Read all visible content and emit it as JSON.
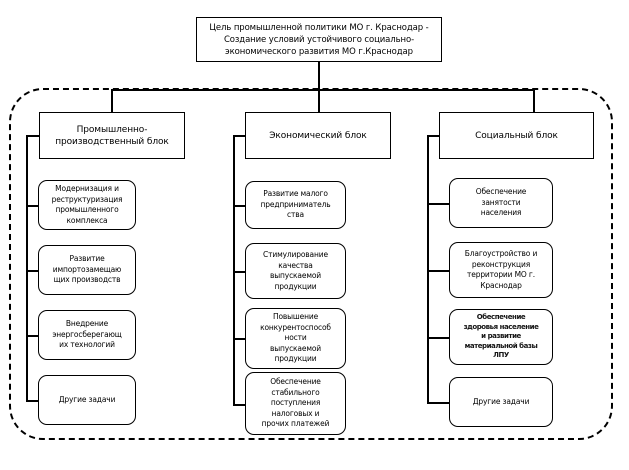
{
  "diagram": {
    "goal": {
      "text": "Цель промышленной политики МО г. Краснодар -\nСоздание условий устойчивого социально-\nэкономического развития МО г.Краснодар"
    },
    "columns": [
      {
        "header": "Промышленно-\nпроизводственный блок",
        "tasks": [
          "Модернизация и\nреструктуризация\nпромышленного\nкомплекса",
          "Развитие\nимпортозамещаю\nщих производств",
          "Внедрение\nэнергосберегающ\nих технологий",
          "Другие задачи"
        ]
      },
      {
        "header": "Экономический блок",
        "tasks": [
          "Развитие малого\nпредприниматель\nства",
          "Стимулирование\nкачества\nвыпускаемой\nпродукции",
          "Повышение\nконкурентоспособ\nности\nвыпускаемой\nпродукции",
          "Обеспечение\nстабильного\nпоступления\nналоговых и\nпрочих платежей"
        ]
      },
      {
        "header": "Социальный блок",
        "tasks": [
          "Обеспечение\nзанятости\nнаселения",
          "Благоустройство и\nреконструкция\nтерритории МО г.\nКраснодар",
          "Обеспечение\nздоровья население\nи развитие\nматериальной базы\nЛПУ",
          "Другие задачи"
        ]
      }
    ]
  }
}
